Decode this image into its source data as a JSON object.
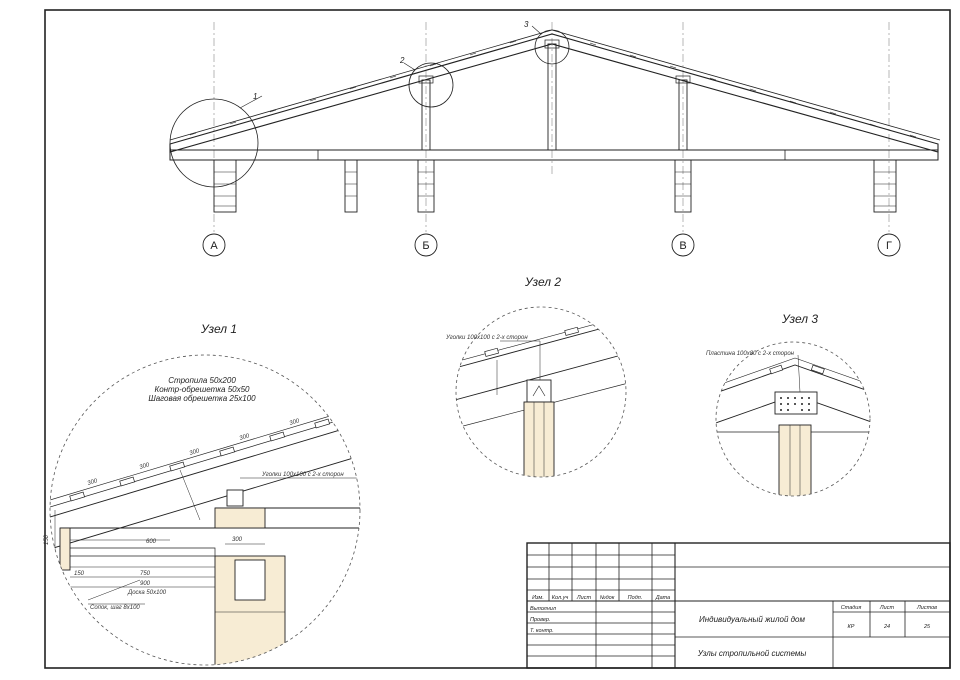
{
  "axes": [
    "А",
    "Б",
    "В",
    "Г"
  ],
  "callouts": [
    "1",
    "2",
    "3"
  ],
  "details": {
    "node1": {
      "title": "Узел 1",
      "notes": [
        "Стропила 50х200",
        "Контр-обрешетка 50х50",
        "Шаговая обрешетка 25х100"
      ],
      "leader": "Уголки 100х100 с 2-х сторон",
      "bottom": [
        "Доска 50х100",
        "Сопок, шаг 8х100"
      ],
      "dims": [
        "300",
        "300",
        "300",
        "300",
        "300",
        "600",
        "150",
        "750",
        "900",
        "150",
        "300"
      ]
    },
    "node2": {
      "title": "Узел 2",
      "leader": "Уголки 100х100 с 2-х сторон"
    },
    "node3": {
      "title": "Узел 3",
      "leader": "Пластина 100х80 с 2-х сторон"
    }
  },
  "stamp": {
    "project": "Индивидуальный жилой дом",
    "sheet_title": "Узлы стропильной системы",
    "headers": [
      "Изм.",
      "Кол.уч",
      "Лист",
      "№док",
      "Подп.",
      "Дата"
    ],
    "roles": [
      "Выполнил",
      "Провер.",
      "Т. контр."
    ],
    "meta_headers": [
      "Стадия",
      "Лист",
      "Листов"
    ],
    "meta_values": [
      "КР",
      "24",
      "25"
    ]
  },
  "colors": {
    "line": "#222222",
    "timber": "#f7ecd4",
    "dash": "#888888"
  }
}
